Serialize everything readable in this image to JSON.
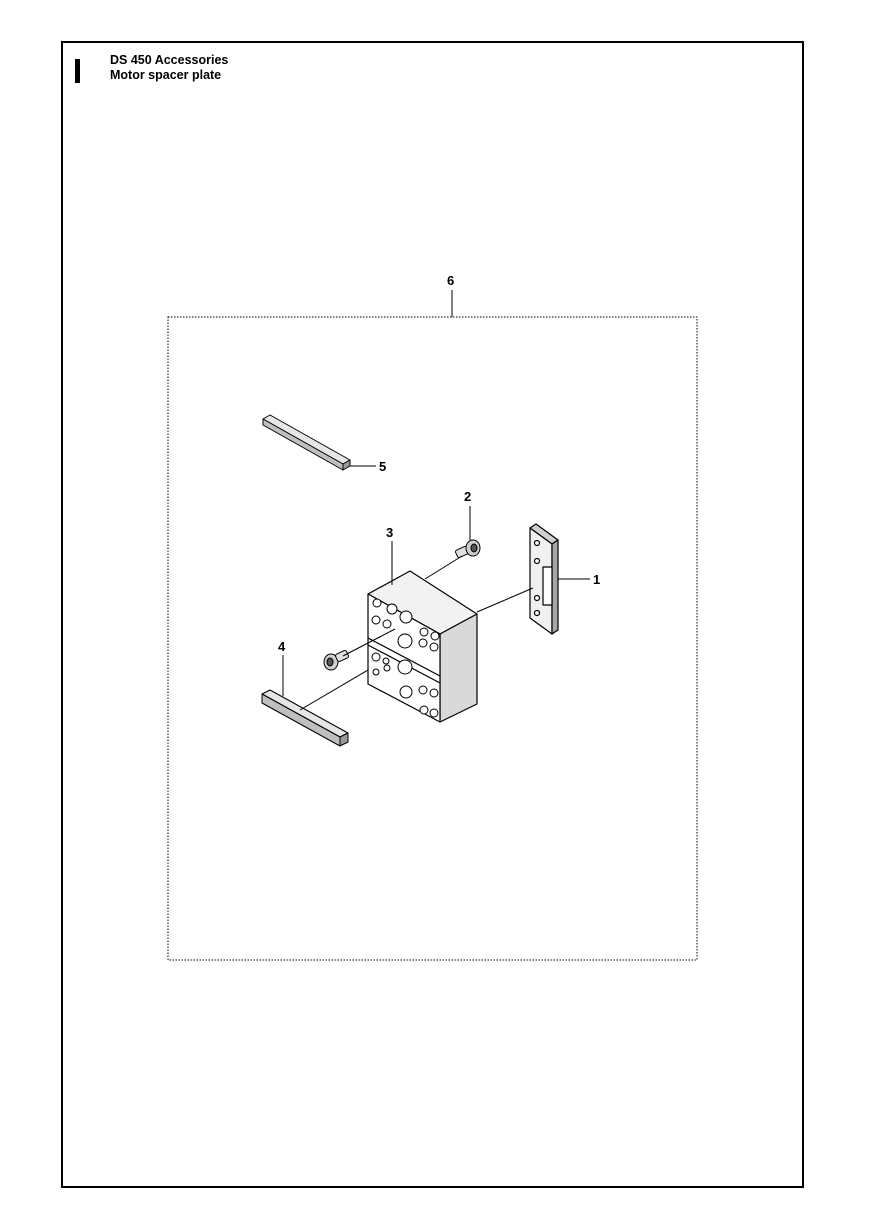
{
  "header": {
    "line1": "DS 450 Accessories",
    "line2": "Motor spacer plate"
  },
  "callouts": {
    "c1": "1",
    "c2": "2",
    "c3": "3",
    "c4": "4",
    "c5": "5",
    "c6": "6"
  }
}
